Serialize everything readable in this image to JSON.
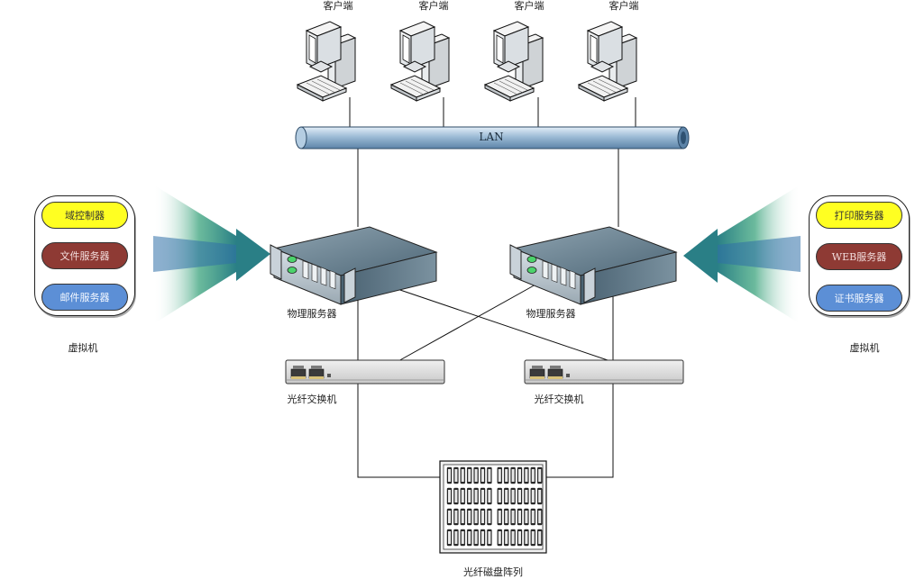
{
  "clients": [
    "客户端",
    "客户端",
    "客户端",
    "客户端"
  ],
  "lan_label": "LAN",
  "physical_servers": [
    "物理服务器",
    "物理服务器"
  ],
  "fiber_switches": [
    "光纤交换机",
    "光纤交换机"
  ],
  "storage_label": "光纤磁盘阵列",
  "vm_left": {
    "items": [
      "域控制器",
      "文件服务器",
      "邮件服务器"
    ],
    "caption": "虚拟机"
  },
  "vm_right": {
    "items": [
      "打印服务器",
      "WEB服务器",
      "证书服务器"
    ],
    "caption": "虚拟机"
  },
  "colors": {
    "lan_pipe": "#9cbcd8",
    "server_body": "#6f8796",
    "pill_yellow": "#ffff22",
    "pill_red": "#8e3a34",
    "pill_blue": "#5c8fd6",
    "funnel": "#2e8b6a"
  }
}
